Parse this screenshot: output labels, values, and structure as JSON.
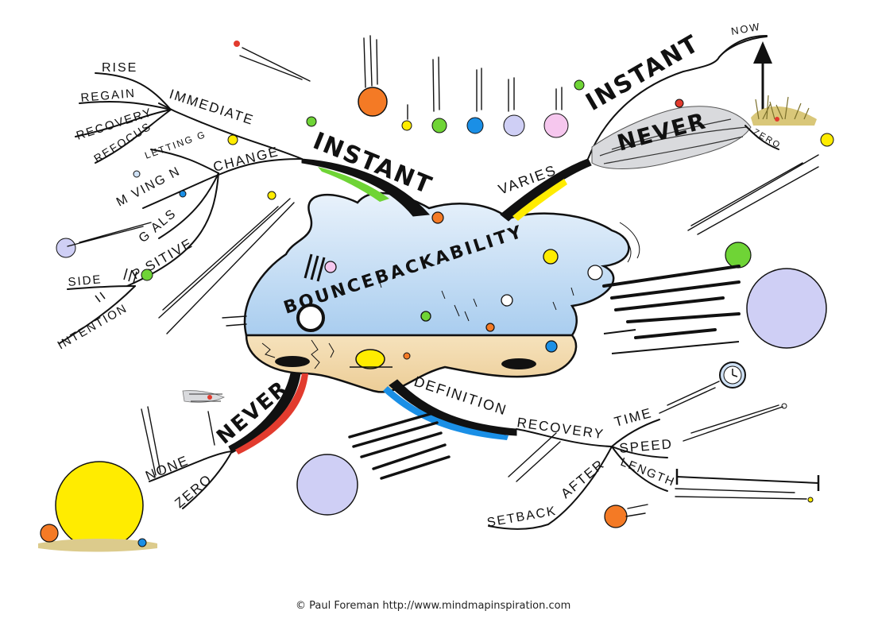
{
  "center": {
    "title": "BOUNCEBACKABILITY"
  },
  "left_top": {
    "instant": "INSTANT",
    "immediate": "IMMEDIATE",
    "rise": "RISE",
    "regain": "REGAIN",
    "recovery": "RECOVERY",
    "refocus": "REFOCUS",
    "change": "CHANGE",
    "letting_go": "LETTING G",
    "moving_on": "M VING N",
    "goals": "G ALS",
    "positive": "P SITIVE",
    "side": "SIDE",
    "intention": "INTENTION"
  },
  "right_top": {
    "varies": "VARIES",
    "instant": "INSTANT",
    "never": "NEVER",
    "now": "NOW",
    "zero": "ZERO"
  },
  "left_bottom": {
    "never": "NEVER",
    "none": "NONE",
    "zero": "ZERO"
  },
  "right_bottom": {
    "definition": "DEFINITION",
    "recovery": "RECOVERY",
    "time": "TIME",
    "speed": "SPEED",
    "length": "LENGTH",
    "after": "AFTER",
    "setback": "SETBACK"
  },
  "footer": {
    "credit": "© Paul Foreman http://www.mindmapinspiration.com"
  },
  "colors": {
    "cloud_sky": "#cfe1f5",
    "cloud_ground": "#f3d9ad",
    "orange": "#f47a25",
    "yellow": "#ffec00",
    "green": "#6fd436",
    "blue": "#1a8fe6",
    "lavender": "#cfcff5",
    "pink": "#f6c7ee"
  }
}
